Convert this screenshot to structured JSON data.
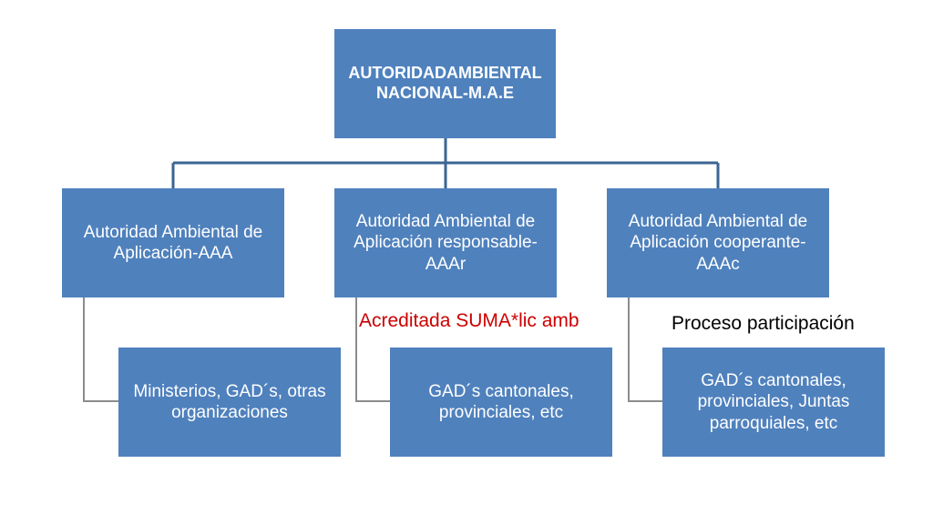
{
  "colors": {
    "box_fill": "#4f81bd",
    "box_text": "#ffffff",
    "connector": "#3b6593",
    "accent_red": "#cc0000",
    "note_text": "#000000"
  },
  "root": {
    "line1": "AUTORIDADAMBIENTAL",
    "line2": "NACIONAL-M.A.E"
  },
  "level1": [
    {
      "text": "Autoridad Ambiental de Aplicación-AAA"
    },
    {
      "text": "Autoridad Ambiental de Aplicación responsable-AAAr"
    },
    {
      "text": "Autoridad Ambiental de Aplicación cooperante-AAAc"
    }
  ],
  "level2": [
    {
      "text": "Ministerios, GAD´s, otras organizaciones"
    },
    {
      "text": "GAD´s cantonales, provinciales, etc"
    },
    {
      "text": "GAD´s cantonales, provinciales, Juntas parroquiales, etc"
    }
  ],
  "annotations": {
    "accredited": "Acreditada SUMA*lic amb",
    "participation": "Proceso participación"
  }
}
